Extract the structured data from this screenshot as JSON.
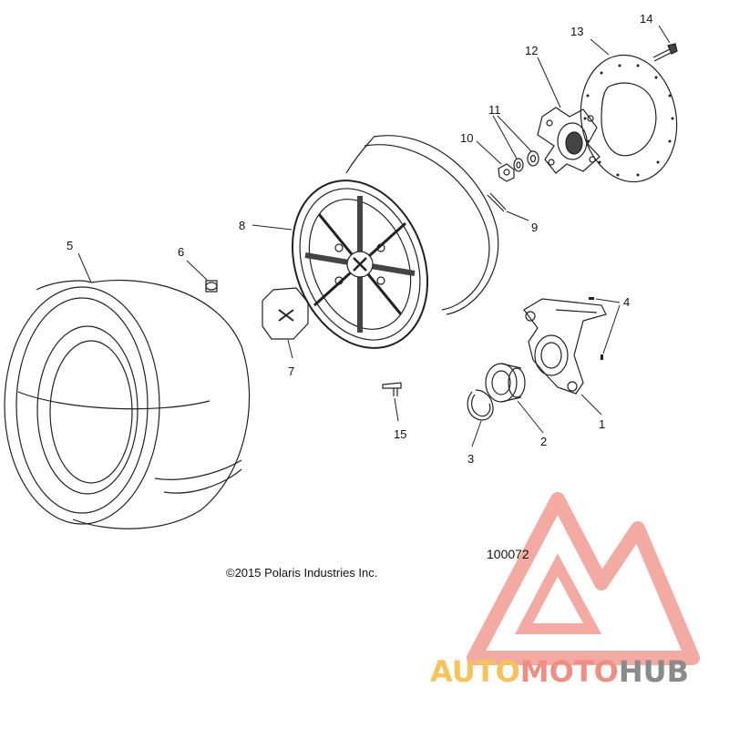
{
  "callouts": [
    "1",
    "2",
    "3",
    "4",
    "5",
    "6",
    "7",
    "8",
    "9",
    "10",
    "11",
    "12",
    "13",
    "14",
    "15"
  ],
  "copyright": "©2015 Polaris Industries Inc.",
  "diagram_id": "100072",
  "watermark": {
    "part1": "AUTO",
    "part2": "MOTO",
    "part3": "HUB"
  },
  "colors": {
    "line": "#222222",
    "watermark_red": "#ef8e85",
    "watermark_yellow": "#f4c35c",
    "watermark_gray": "#8a8a8a"
  }
}
